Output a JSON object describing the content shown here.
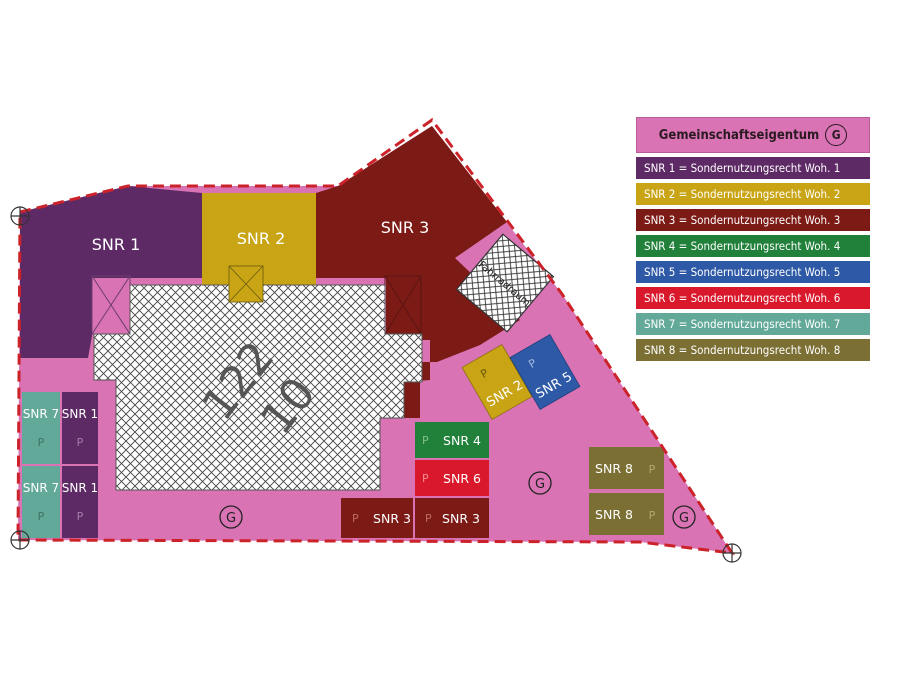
{
  "colors": {
    "common": "#d973b4",
    "snr1": "#5e2a66",
    "snr2": "#c9a415",
    "snr3": "#7c1a16",
    "snr4": "#21803a",
    "snr5": "#2e59a6",
    "snr6": "#d9182b",
    "snr7": "#63a99a",
    "snr8": "#7b6f33",
    "boundary": "#cc2229",
    "hatch": "#555555"
  },
  "legend": {
    "title": "Gemeinschaftseigentum",
    "title_symbol": "G",
    "items": [
      {
        "text": "SNR 1 = Sondernutzungsrecht Woh. 1",
        "color": "#5e2a66"
      },
      {
        "text": "SNR 2 = Sondernutzungsrecht Woh. 2",
        "color": "#c9a415"
      },
      {
        "text": "SNR 3 = Sondernutzungsrecht Woh. 3",
        "color": "#7c1a16"
      },
      {
        "text": "SNR 4 = Sondernutzungsrecht Woh. 4",
        "color": "#21803a"
      },
      {
        "text": "SNR 5 = Sondernutzungsrecht Woh. 5",
        "color": "#2e59a6"
      },
      {
        "text": "SNR 6 = Sondernutzungsrecht Woh. 6",
        "color": "#d9182b"
      },
      {
        "text": "SNR 7 = Sondernutzungsrecht Woh. 7",
        "color": "#63a99a"
      },
      {
        "text": "SNR 8 = Sondernutzungsrecht Woh. 8",
        "color": "#7b6f33"
      }
    ]
  },
  "plan": {
    "building_number_top": "122",
    "building_number_bottom": "10",
    "shed_label": "Fahrradraum",
    "area_labels": {
      "snr1": "SNR 1",
      "snr2": "SNR 2",
      "snr3": "SNR 3",
      "snr2_parking": "SNR 2",
      "snr5_parking": "SNR 5",
      "snr4_parking": "SNR 4",
      "snr6_parking": "SNR 6",
      "snr3_parking_a": "SNR 3",
      "snr3_parking_b": "SNR 3",
      "snr7_parking_a": "SNR 7",
      "snr1_parking_a": "SNR 1",
      "snr7_parking_b": "SNR 7",
      "snr1_parking_b": "SNR 1",
      "snr8_parking_a": "SNR 8",
      "snr8_parking_b": "SNR 8"
    },
    "parking_symbol": "P",
    "common_symbol": "G"
  }
}
